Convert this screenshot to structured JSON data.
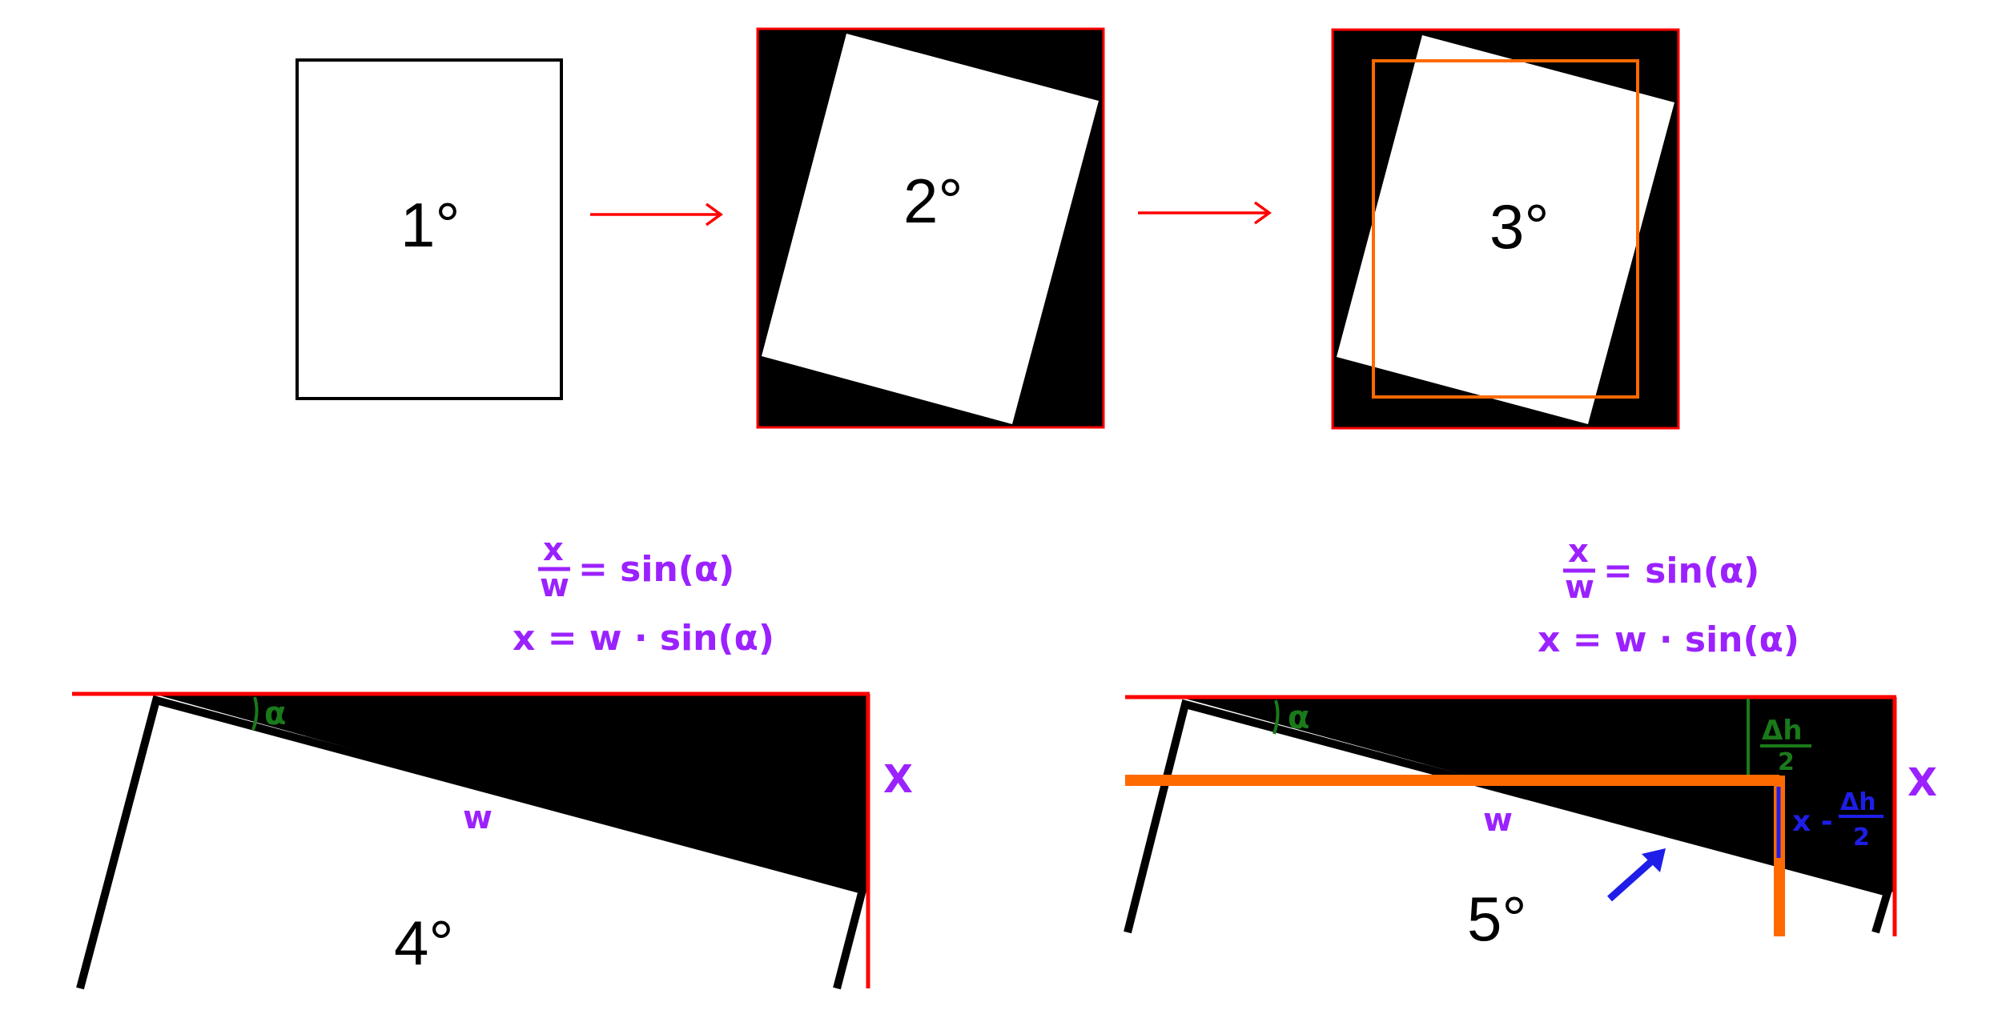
{
  "steps": {
    "s1": "1°",
    "s2": "2°",
    "s3": "3°",
    "s4": "4°",
    "s5": "5°"
  },
  "annotations": {
    "frac_num": "x",
    "frac_den": "w",
    "eq_sin": "= sin(α)",
    "eq_x": "x = w · sin(α)",
    "alpha": "α",
    "x_label": "X",
    "w_label": "w",
    "dh_num": "Δh",
    "dh_den": "2",
    "x_minus": "x -"
  },
  "colors": {
    "red": "#ff0000",
    "orange": "#ff6a00",
    "purple": "#9b22ff",
    "green": "#1a7a1a",
    "blue": "#1e1ee8",
    "black": "#000000"
  },
  "icons": {
    "arrow1": "red-right-arrow",
    "arrow2": "red-right-arrow",
    "pointer": "blue-pointer-arrow"
  }
}
